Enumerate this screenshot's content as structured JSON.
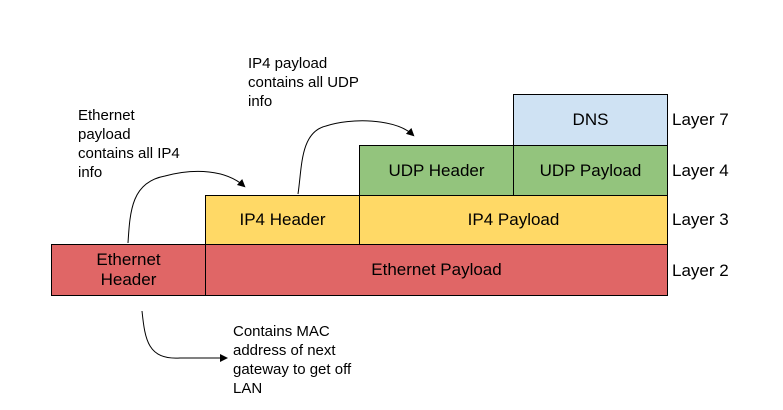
{
  "colors": {
    "dns": "#cfe2f3",
    "udp": "#93c47d",
    "ip4": "#ffd966",
    "ethernet": "#e06666",
    "arrow": "#000000"
  },
  "boxes": {
    "dns": "DNS",
    "udp_header": "UDP Header",
    "udp_payload": "UDP Payload",
    "ip4_header": "IP4 Header",
    "ip4_payload": "IP4 Payload",
    "ethernet_header": "Ethernet\nHeader",
    "ethernet_payload": "Ethernet Payload"
  },
  "layers": {
    "l7": "Layer 7",
    "l4": "Layer 4",
    "l3": "Layer 3",
    "l2": "Layer 2"
  },
  "annotations": {
    "ip4_payload_note": "IP4 payload\ncontains all UDP\ninfo",
    "ethernet_payload_note": "Ethernet\npayload\ncontains all IP4\ninfo",
    "ethernet_header_note": "Contains MAC\naddress of next\ngateway to get off\nLAN"
  }
}
